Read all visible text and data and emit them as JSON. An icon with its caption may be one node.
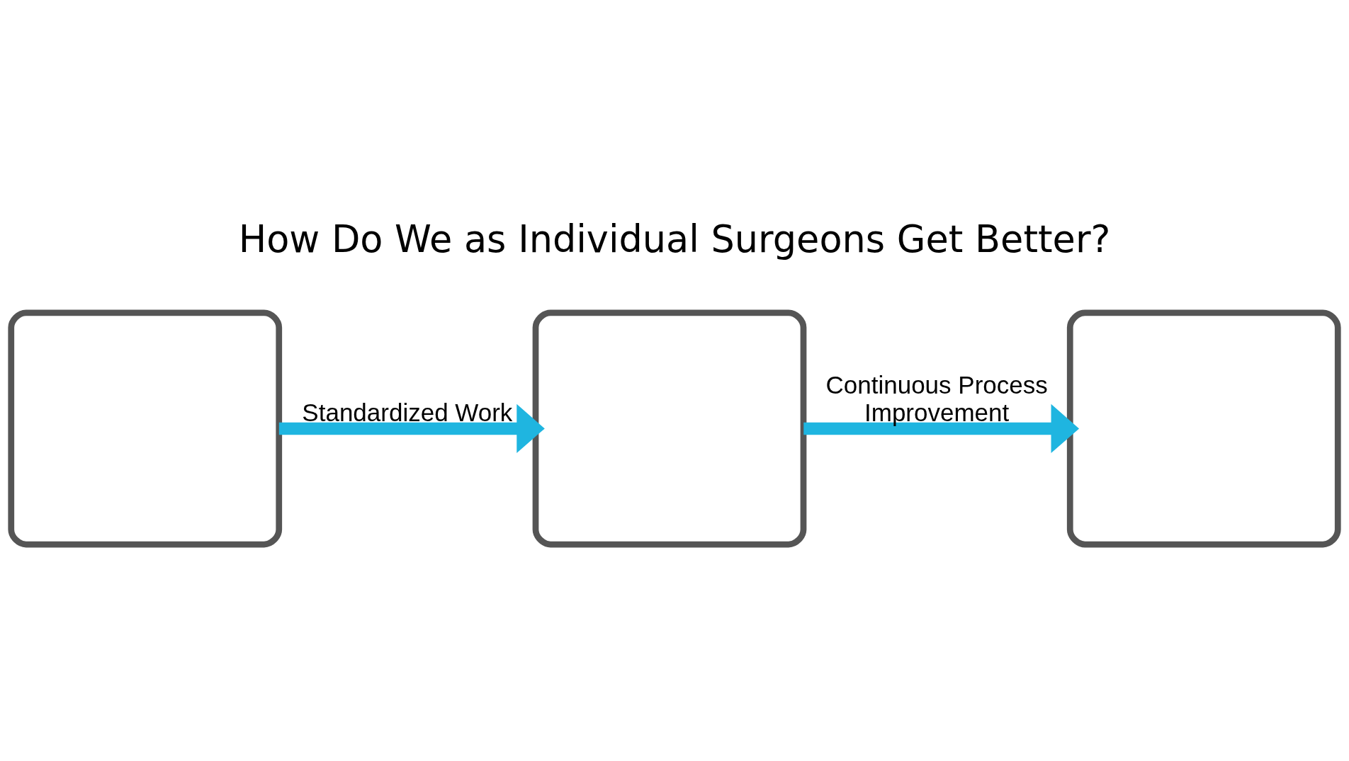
{
  "diagram": {
    "title": "How Do We as Individual Surgeons Get Better?",
    "nodes": [
      {
        "text": [],
        "shape": "box"
      },
      {
        "text": [],
        "shape": "box"
      },
      {
        "text": [],
        "shape": "box"
      }
    ],
    "edges": [
      {
        "from": 0,
        "to": 1,
        "arrow": "to",
        "label": "Standardized Work"
      },
      {
        "from": 1,
        "to": 2,
        "arrow": "to",
        "label": "Continuous Process Improvement"
      }
    ]
  }
}
